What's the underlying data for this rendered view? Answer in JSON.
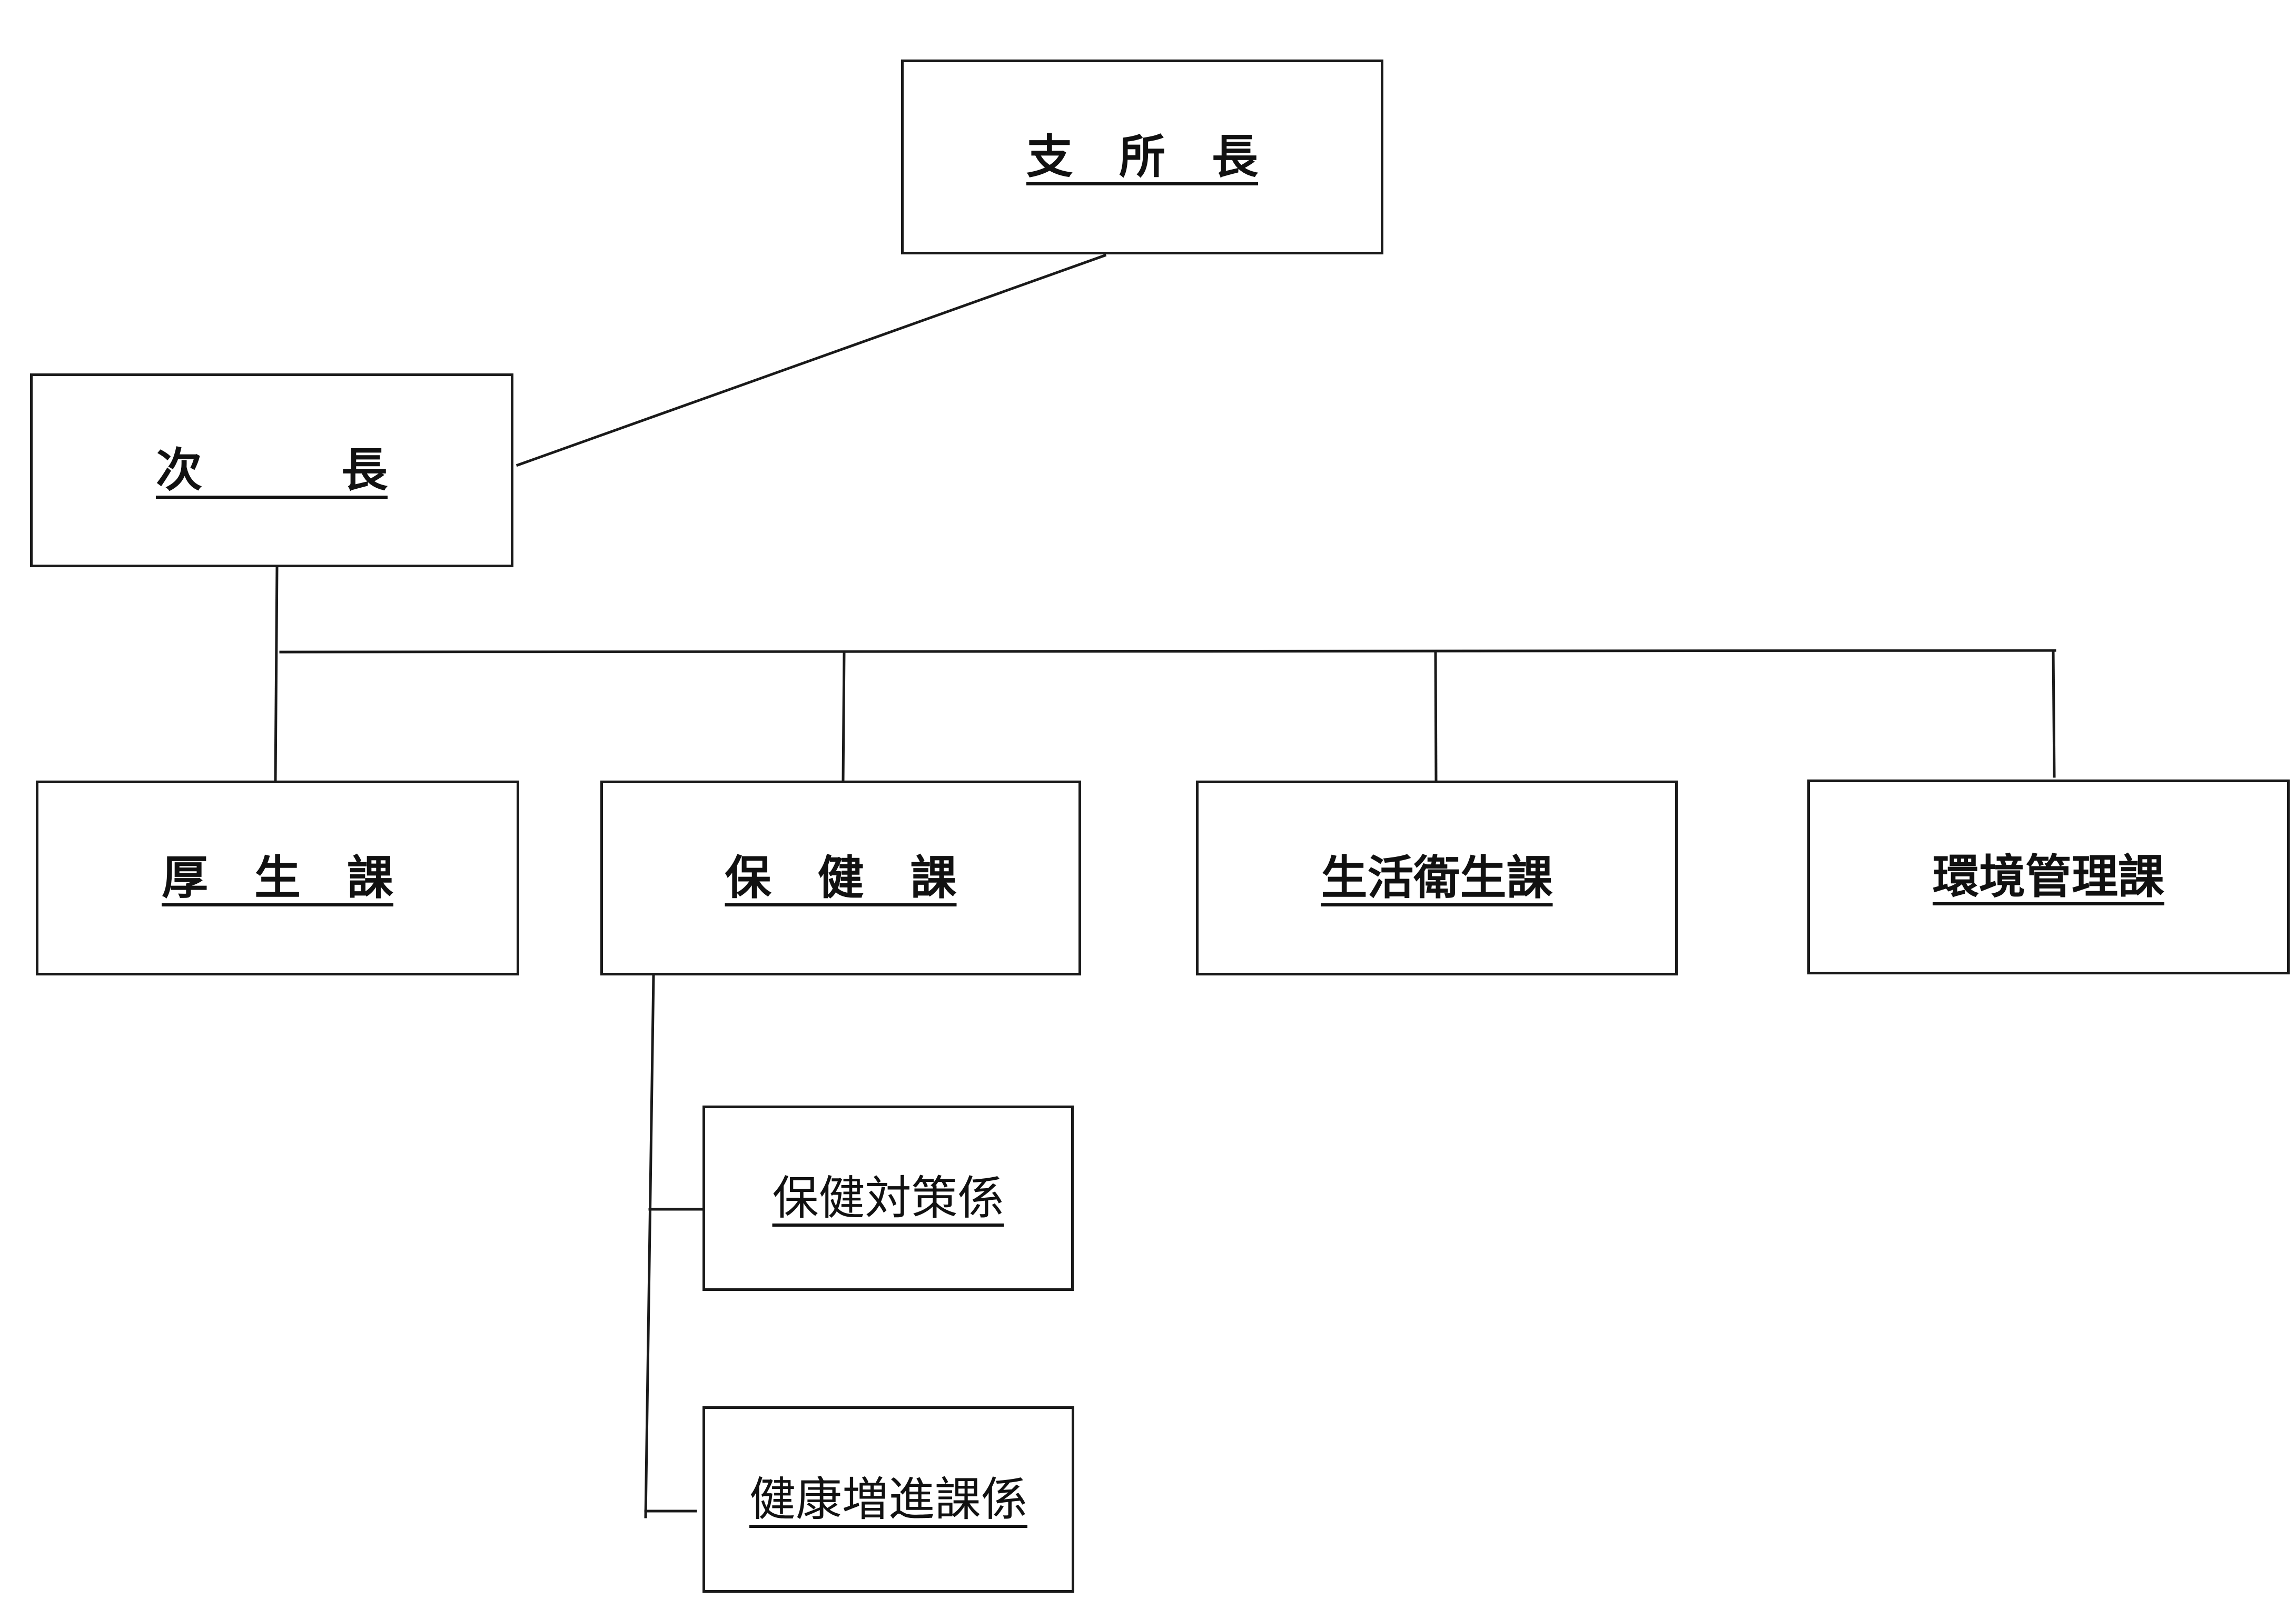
{
  "org": {
    "branch_chief": "支　所　長",
    "deputy": "次　　　長",
    "sections": [
      {
        "name": "厚　生　課"
      },
      {
        "name": "保　健　課"
      },
      {
        "name": "生活衛生課"
      },
      {
        "name": "環境管理課"
      }
    ],
    "subunits": [
      {
        "name": "保健対策係"
      },
      {
        "name": "健康増進課係"
      }
    ]
  }
}
